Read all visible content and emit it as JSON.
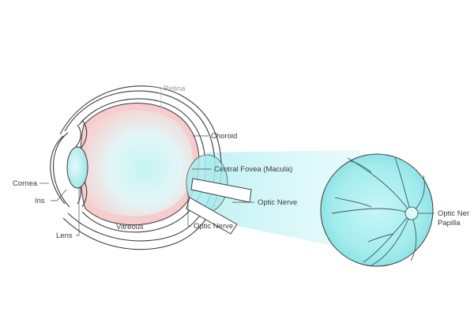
{
  "labels": {
    "retina": "Retina",
    "choroid": "Choroid",
    "cornea": "Cornea",
    "iris": "Iris",
    "lens": "Lens",
    "vitreous": "Vitreous",
    "central_fovea": "Central Fovea (Macula)",
    "optic_nerve_right": "Optic Nerve",
    "optic_nerve_bottom": "Optic Nerve",
    "optic_nerve_papilla_line1": "Optic Ner",
    "optic_nerve_papilla_line2": "Papilla"
  },
  "colors": {
    "retina_pink": "#f6cccc",
    "vitreous_cyan": "#c9f3f3",
    "fundus_cyan": "#9ee8ea",
    "outline": "#3c3c3c"
  }
}
